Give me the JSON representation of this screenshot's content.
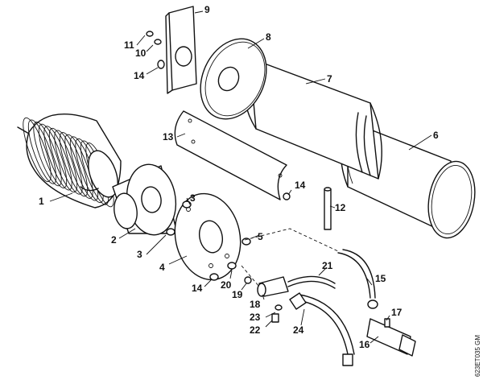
{
  "diagram": {
    "drawing_code": "623ET035 GM",
    "parts": [
      {
        "id": "1",
        "label": "1"
      },
      {
        "id": "2",
        "label": "2"
      },
      {
        "id": "3a",
        "label": "3"
      },
      {
        "id": "3b",
        "label": "3"
      },
      {
        "id": "4",
        "label": "4"
      },
      {
        "id": "5",
        "label": "5"
      },
      {
        "id": "6",
        "label": "6"
      },
      {
        "id": "7",
        "label": "7"
      },
      {
        "id": "8",
        "label": "8"
      },
      {
        "id": "9",
        "label": "9"
      },
      {
        "id": "10",
        "label": "10"
      },
      {
        "id": "11",
        "label": "11"
      },
      {
        "id": "12",
        "label": "12"
      },
      {
        "id": "13",
        "label": "13"
      },
      {
        "id": "14a",
        "label": "14"
      },
      {
        "id": "14b",
        "label": "14"
      },
      {
        "id": "14c",
        "label": "14"
      },
      {
        "id": "15",
        "label": "15"
      },
      {
        "id": "16",
        "label": "16"
      },
      {
        "id": "17",
        "label": "17"
      },
      {
        "id": "18",
        "label": "18"
      },
      {
        "id": "19",
        "label": "19"
      },
      {
        "id": "20",
        "label": "20"
      },
      {
        "id": "21",
        "label": "21"
      },
      {
        "id": "22",
        "label": "22"
      },
      {
        "id": "23",
        "label": "23"
      },
      {
        "id": "24",
        "label": "24"
      }
    ]
  }
}
